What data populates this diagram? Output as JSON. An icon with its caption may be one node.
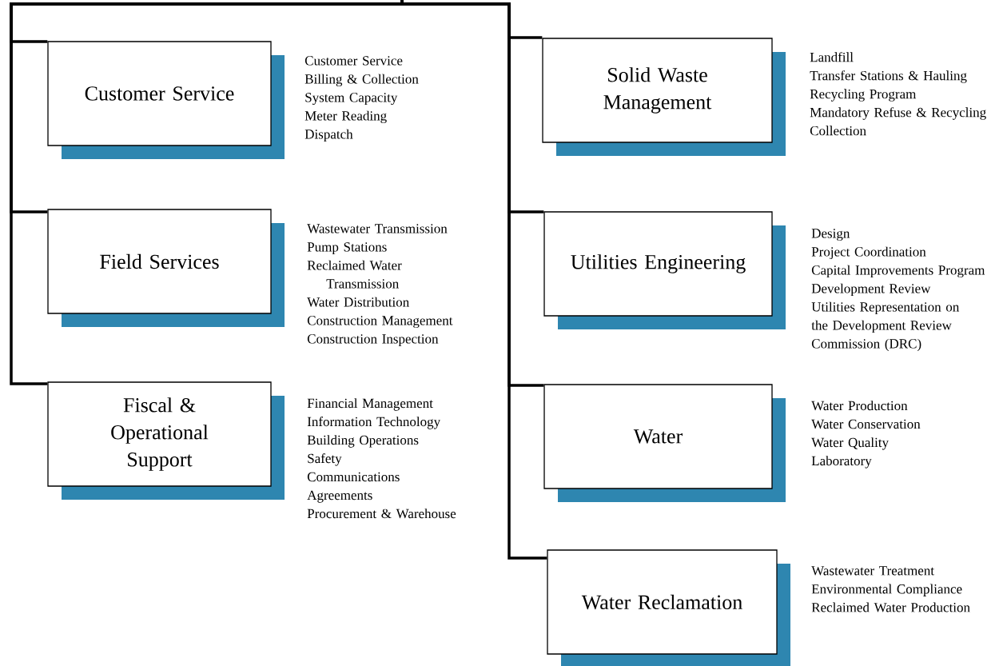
{
  "diagram": {
    "nodes": [
      {
        "text": [
          "Customer Service"
        ],
        "beside": [
          "Customer Service",
          "Billing & Collection",
          "System Capacity",
          "Meter Reading",
          "Dispatch"
        ]
      },
      {
        "text": [
          "Field Services"
        ],
        "beside": [
          "Wastewater Transmission",
          "Pump Stations",
          "Reclaimed Water Transmission",
          "Water Distribution",
          "Construction Management",
          "Construction Inspection"
        ]
      },
      {
        "text": [
          "Fiscal & Operational Support"
        ],
        "beside": [
          "Financial Management",
          "Information Technology",
          "Building Operations",
          "Safety",
          "Communications",
          "Agreements",
          "Procurement & Warehouse"
        ]
      },
      {
        "text": [
          "Solid Waste Management"
        ],
        "beside": [
          "Landfill",
          "Transfer Stations & Hauling",
          "Recycling Program",
          "Mandatory Refuse & Recycling Collection"
        ]
      },
      {
        "text": [
          "Utilities Engineering"
        ],
        "beside": [
          "Design",
          "Project Coordination",
          "Capital Improvements Program",
          "Development Review",
          "Utilities Representation on the Development Review Commission (DRC)"
        ]
      },
      {
        "text": [
          "Water"
        ],
        "beside": [
          "Water Production",
          "Water Conservation",
          "Water Quality",
          "Laboratory"
        ]
      },
      {
        "text": [
          "Water Reclamation"
        ],
        "beside": [
          "Wastewater Treatment",
          "Environmental Compliance",
          "Reclaimed Water Production"
        ]
      }
    ],
    "edges": [
      {
        "from": null,
        "to": 0,
        "arrow": "none"
      },
      {
        "from": null,
        "to": 1,
        "arrow": "none"
      },
      {
        "from": null,
        "to": 2,
        "arrow": "none"
      },
      {
        "from": null,
        "to": 3,
        "arrow": "none"
      },
      {
        "from": null,
        "to": 4,
        "arrow": "none"
      },
      {
        "from": null,
        "to": 5,
        "arrow": "none"
      },
      {
        "from": null,
        "to": 6,
        "arrow": "none"
      }
    ]
  }
}
